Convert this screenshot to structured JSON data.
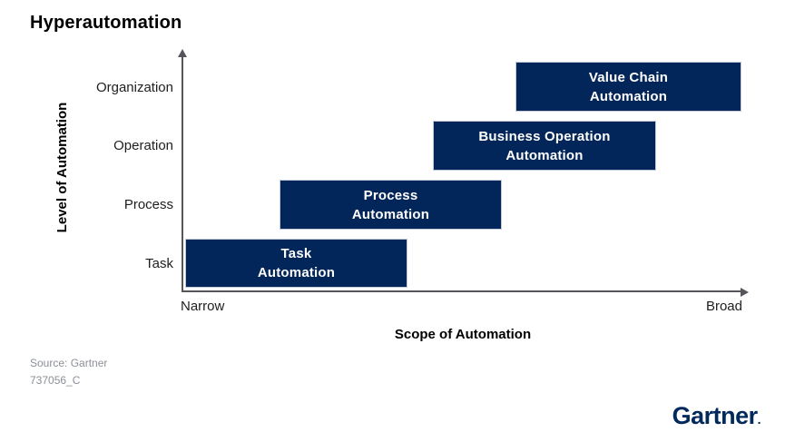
{
  "title": "Hyperautomation",
  "y_axis": {
    "label": "Level of Automation",
    "ticks": [
      "Organization",
      "Operation",
      "Process",
      "Task"
    ]
  },
  "x_axis": {
    "label": "Scope of Automation",
    "ticks": [
      "Narrow",
      "Broad"
    ]
  },
  "boxes": [
    {
      "id": "task-automation",
      "line1": "Task",
      "line2": "Automation"
    },
    {
      "id": "process-automation",
      "line1": "Process",
      "line2": "Automation"
    },
    {
      "id": "business-operation-automation",
      "line1": "Business Operation",
      "line2": "Automation"
    },
    {
      "id": "value-chain-automation",
      "line1": "Value Chain",
      "line2": "Automation"
    }
  ],
  "footer": {
    "source": "Source: Gartner",
    "figure_id": "737056_C"
  },
  "logo": {
    "text": "Gartner",
    "mark": "."
  },
  "colors": {
    "box_fill": "#03265A",
    "box_text": "#FFFFFF",
    "axis": "#55565A",
    "tick_label": "#1E1E1E",
    "source_text": "#8B9097",
    "logo_navy": "#02295C",
    "background": "#FFFFFF",
    "title_text": "#000000"
  },
  "chart_data": {
    "type": "bar",
    "title": "Hyperautomation",
    "xlabel": "Scope of Automation",
    "ylabel": "Level of Automation",
    "x_tick_labels": [
      "Narrow",
      "Broad"
    ],
    "y_categories": [
      "Task",
      "Process",
      "Operation",
      "Organization"
    ],
    "x_range_units": "fraction of axis (Narrow=0, Broad=1)",
    "series": [
      {
        "name": "Task Automation",
        "level": "Task",
        "scope_start": 0.01,
        "scope_end": 0.4
      },
      {
        "name": "Process Automation",
        "level": "Process",
        "scope_start": 0.17,
        "scope_end": 0.57
      },
      {
        "name": "Business Operation Automation",
        "level": "Operation",
        "scope_start": 0.44,
        "scope_end": 0.84
      },
      {
        "name": "Value Chain Automation",
        "level": "Organization",
        "scope_start": 0.59,
        "scope_end": 0.99
      }
    ],
    "grid": false,
    "legend": "none"
  }
}
